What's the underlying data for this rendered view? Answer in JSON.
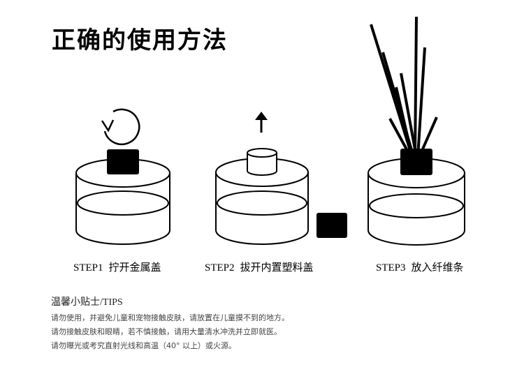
{
  "page": {
    "title": "正确的使用方法"
  },
  "steps": [
    {
      "number": "STEP1",
      "label": "拧开金属盖",
      "icon": "rotate-arrow-icon"
    },
    {
      "number": "STEP2",
      "label": "拔开内置塑料盖",
      "icon": "up-arrow-icon"
    },
    {
      "number": "STEP3",
      "label": "放入纤维条",
      "icon": "reed-sticks-icon"
    }
  ],
  "tips": {
    "heading": "温馨小贴士/TIPS",
    "lines": [
      "请勿使用，并避免儿童和宠物接触皮肤，请放置在儿童摸不到的地方。",
      "请勿接触皮肤和眼睛，若不慎接触，请用大量清水冲洗并立即就医。",
      "请勿曝光或考究直射光线和高温（40° 以上）或火源。"
    ]
  },
  "colors": {
    "ink": "#000000",
    "text": "#444444"
  }
}
